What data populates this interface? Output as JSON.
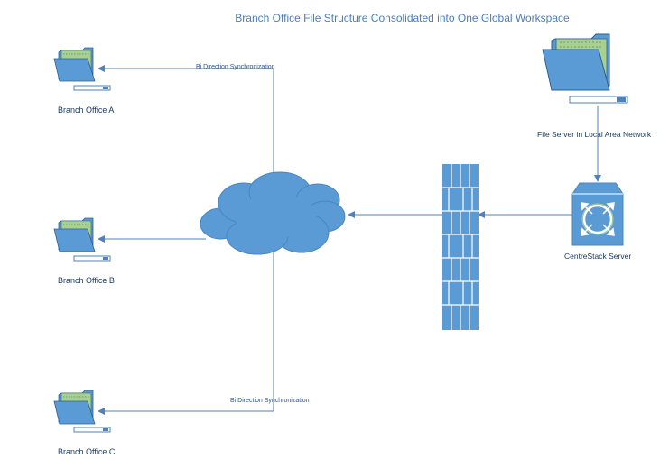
{
  "diagram": {
    "title": "Branch Office File Structure Consolidated into One Global Workspace",
    "branch_offices": [
      {
        "label": "Branch Office A",
        "icon": "folder-server-icon"
      },
      {
        "label": "Branch Office B",
        "icon": "folder-server-icon"
      },
      {
        "label": "Branch Office C",
        "icon": "folder-server-icon"
      }
    ],
    "sync_labels": [
      "Bi Direction Synchronization",
      "Bi Direction Synchronization"
    ],
    "file_server": {
      "label": "File Server in Local Area Network",
      "icon": "folder-server-icon"
    },
    "centrestack": {
      "label": "CentreStack Server",
      "icon": "server-arrows-icon"
    },
    "cloud_icon": "cloud-icon",
    "firewall_icon": "firewall-icon",
    "colors": {
      "accent": "#5b9bd5",
      "line": "#4f81bd",
      "title": "#4a7ebb",
      "label": "#17375e",
      "folder_back": "#a9d18e"
    }
  }
}
